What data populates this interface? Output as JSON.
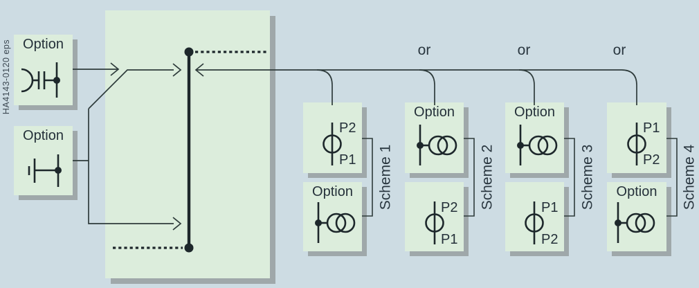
{
  "figure_id": "HA4143-0120 eps",
  "colors": {
    "background": "#cddce3",
    "panel_green": "#dceddc",
    "shadow_gray": "#9fa8aa",
    "wire": "#2e3b3b",
    "symbol_dark": "#1d272b",
    "text": "#243039"
  },
  "left_options": [
    {
      "label": "Option",
      "symbol": "cvt-coupling-symbol"
    },
    {
      "label": "Option",
      "symbol": "earth-connection-symbol"
    }
  ],
  "or_labels": [
    "or",
    "or",
    "or"
  ],
  "schemes": [
    {
      "name": "Scheme 1",
      "top_box": {
        "type": "current-transformer",
        "symbol": "ct-symbol",
        "labels": [
          "P2",
          "P1"
        ]
      },
      "bottom_box": {
        "type": "transformer-option",
        "symbol": "transformer-symbol",
        "label": "Option"
      }
    },
    {
      "name": "Scheme 2",
      "top_box": {
        "type": "transformer-option",
        "symbol": "transformer-symbol",
        "label": "Option"
      },
      "bottom_box": {
        "type": "current-transformer",
        "symbol": "ct-symbol",
        "labels": [
          "P2",
          "P1"
        ]
      }
    },
    {
      "name": "Scheme 3",
      "top_box": {
        "type": "transformer-option",
        "symbol": "transformer-symbol",
        "label": "Option"
      },
      "bottom_box": {
        "type": "current-transformer",
        "symbol": "ct-symbol",
        "labels": [
          "P1",
          "P2"
        ]
      }
    },
    {
      "name": "Scheme 4",
      "top_box": {
        "type": "current-transformer",
        "symbol": "ct-symbol",
        "labels": [
          "P1",
          "P2"
        ]
      },
      "bottom_box": {
        "type": "transformer-option",
        "symbol": "transformer-symbol",
        "label": "Option"
      }
    }
  ]
}
